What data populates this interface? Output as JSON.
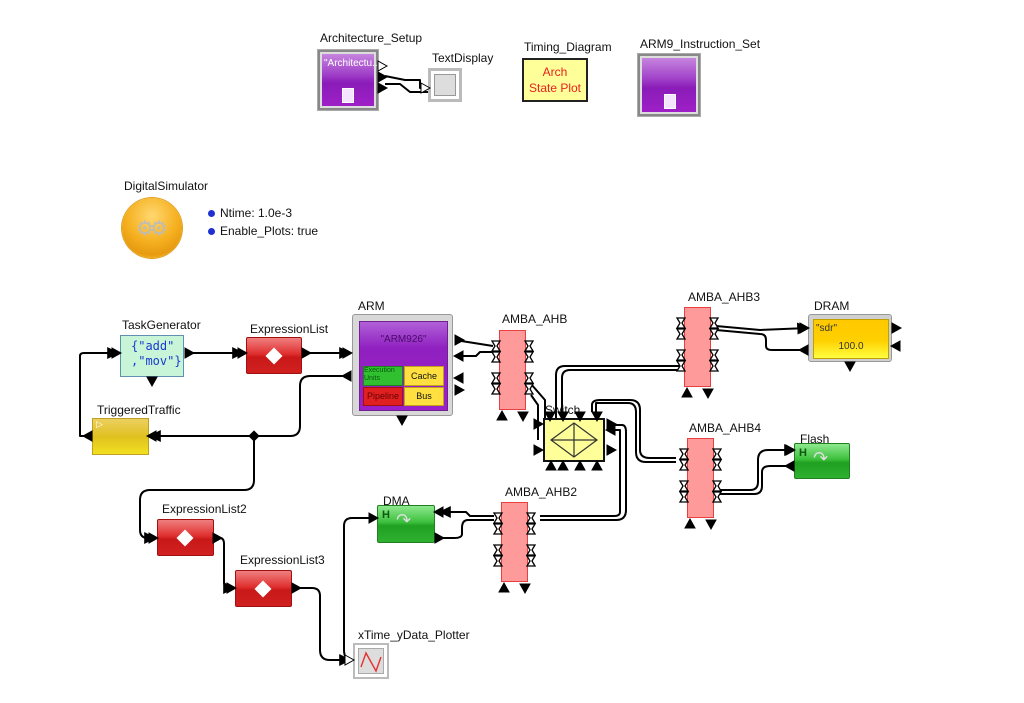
{
  "canvas": {
    "title": "ARM926 Architecture Model",
    "utility_blocks": {
      "architecture_setup": {
        "label": "Architecture_Setup",
        "text": "\"Architectu..."
      },
      "text_display": {
        "label": "TextDisplay"
      },
      "timing_diagram": {
        "label": "Timing_Diagram",
        "line1": "Arch",
        "line2": "State Plot"
      },
      "arm9_instruction_set": {
        "label": "ARM9_Instruction_Set"
      }
    },
    "simulator": {
      "label": "DigitalSimulator",
      "params": [
        {
          "name": "Ntime",
          "value": "1.0e-3",
          "text": "Ntime: 1.0e-3"
        },
        {
          "name": "Enable_Plots",
          "value": "true",
          "text": "Enable_Plots: true"
        }
      ]
    },
    "blocks": {
      "task_generator": {
        "label": "TaskGenerator",
        "line1": "{\"add\"",
        "line2": ",\"mov\"}"
      },
      "triggered_traffic": {
        "label": "TriggeredTraffic"
      },
      "expression_list": {
        "label": "ExpressionList"
      },
      "expression_list2": {
        "label": "ExpressionList2"
      },
      "expression_list3": {
        "label": "ExpressionList3"
      },
      "arm": {
        "label": "ARM",
        "title": "\"ARM926\"",
        "sub": [
          "Execution Units",
          "Cache",
          "Pipeline",
          "Bus"
        ]
      },
      "amba_ahb": {
        "label": "AMBA_AHB"
      },
      "amba_ahb2": {
        "label": "AMBA_AHB2"
      },
      "amba_ahb3": {
        "label": "AMBA_AHB3"
      },
      "amba_ahb4": {
        "label": "AMBA_AHB4"
      },
      "switch": {
        "label": "Switch"
      },
      "dram": {
        "label": "DRAM",
        "type": "\"sdr\"",
        "value": "100.0"
      },
      "flash": {
        "label": "Flash",
        "glyph": "H"
      },
      "dma": {
        "label": "DMA",
        "glyph": "H"
      },
      "plotter": {
        "label": "xTime_yData_Plotter"
      }
    },
    "colors": {
      "purple": "#a020c8",
      "red": "#d02020",
      "green": "#30b030",
      "bus": "#ff9a9a",
      "yellow": "#ffd200",
      "switch": "#ffff99"
    }
  }
}
